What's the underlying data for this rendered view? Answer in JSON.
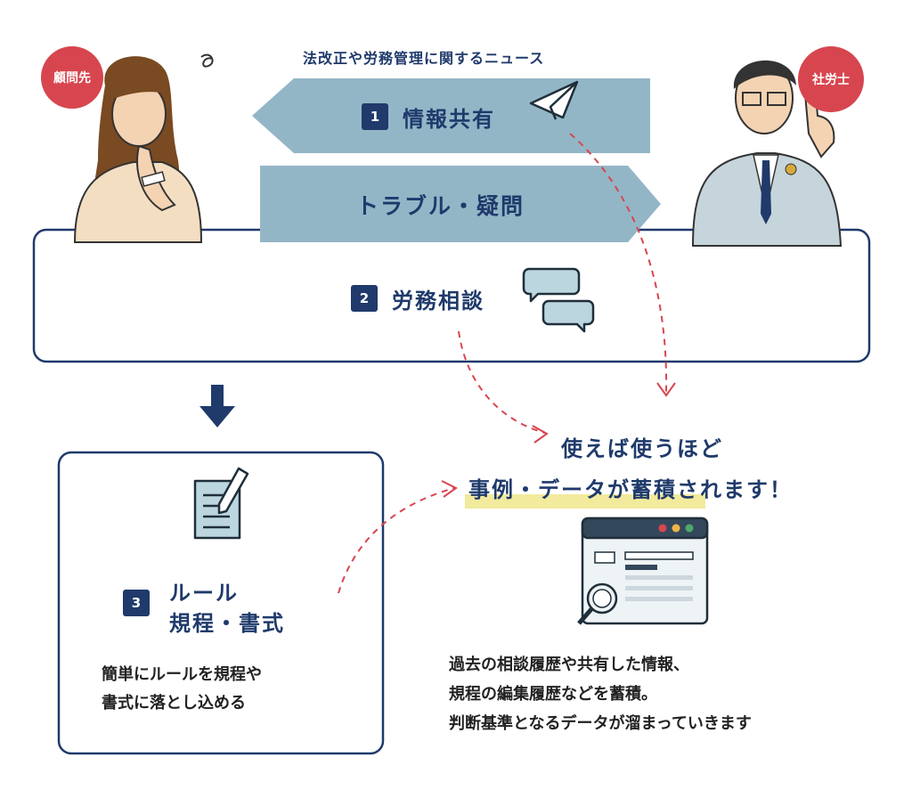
{
  "roles": {
    "client": "顧問先",
    "consultant": "社労士"
  },
  "news_caption": "法改正や労務管理に関するニュース",
  "steps": [
    {
      "number": "1",
      "label": "情報共有"
    },
    {
      "number": "2",
      "label": "労務相談"
    },
    {
      "number": "3",
      "label_line1": "ルール",
      "label_line2": "規程・書式"
    }
  ],
  "trouble_label": "トラブル・疑問",
  "accumulate": {
    "line1": "使えば使うほど",
    "line2": "事例・データが蓄積されます！"
  },
  "step3_description": [
    "簡単にルールを規程や",
    "書式に落とし込める"
  ],
  "accumulate_description": [
    "過去の相談履歴や共有した情報、",
    "規程の編集履歴などを蓄積。",
    "判断基準となるデータが溜まっていきます"
  ],
  "colors": {
    "navy": "#1f3a6b",
    "arrow_blue": "#93b6c7",
    "role_red": "#d7464f",
    "highlight": "#f2ea9c",
    "dashed_red": "#d7464f"
  }
}
